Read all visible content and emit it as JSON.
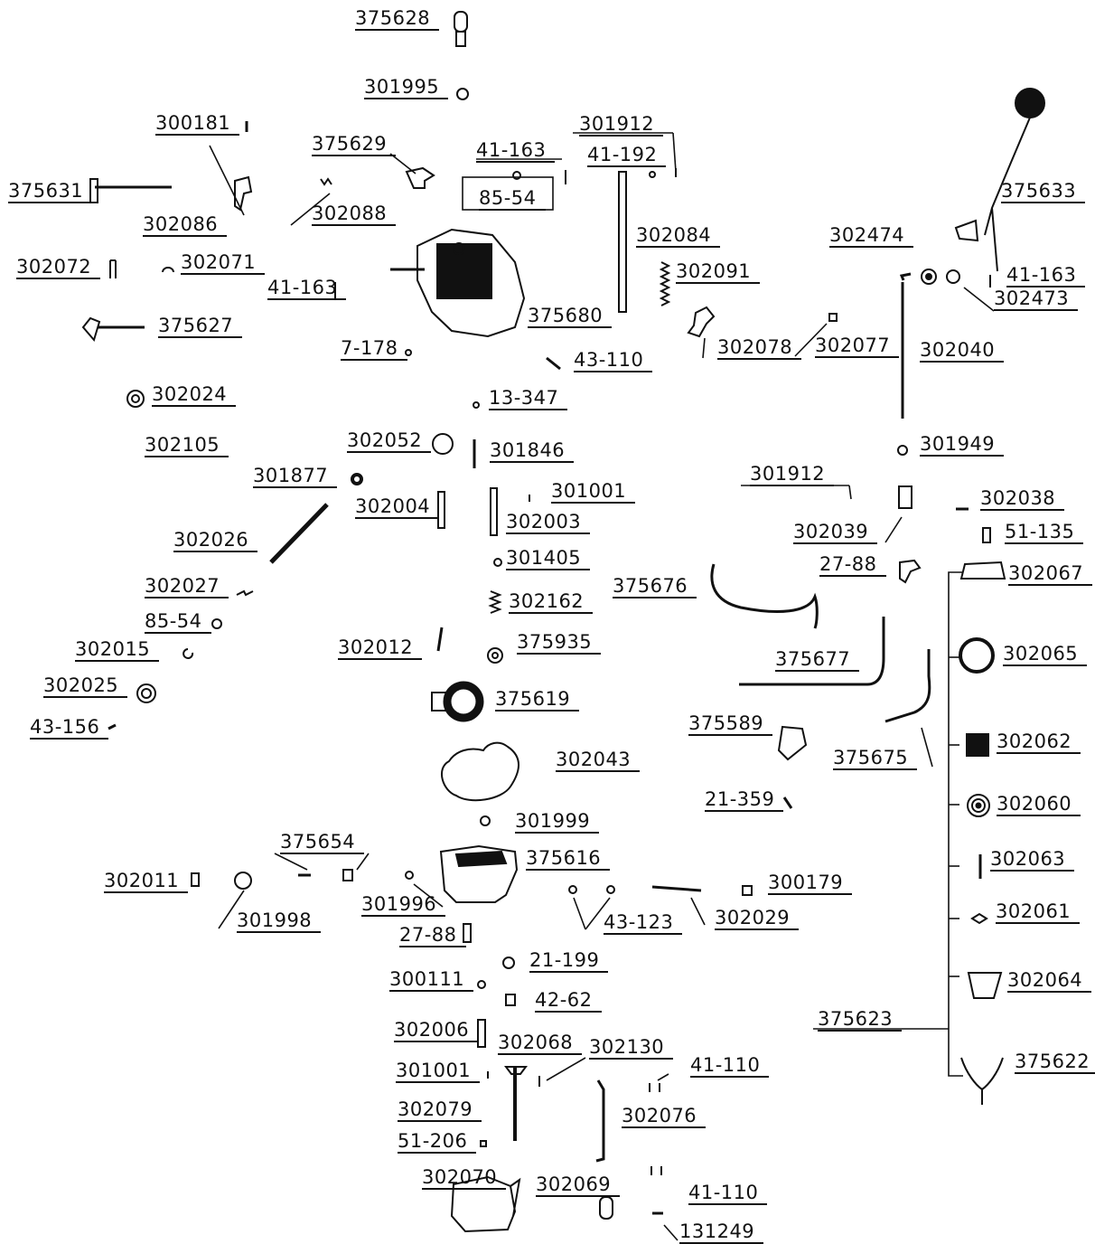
{
  "parts": [
    "375628",
    "301995",
    "300181",
    "375629",
    "41-163",
    "301912",
    "41-192",
    "375631",
    "85-54",
    "375633",
    "302086",
    "302088",
    "302084",
    "302474",
    "302072",
    "302071",
    "302091",
    "41-163",
    "302473",
    "41-163",
    "375627",
    "375680",
    "302078",
    "302077",
    "7-178",
    "302040",
    "43-110",
    "302024",
    "13-347",
    "302052",
    "302105",
    "301846",
    "301949",
    "301877",
    "301912",
    "301001",
    "302004",
    "302038",
    "302003",
    "302039",
    "51-135",
    "302026",
    "301405",
    "27-88",
    "302067",
    "375676",
    "302027",
    "302162",
    "85-54",
    "302065",
    "302015",
    "302012",
    "375935",
    "375677",
    "302025",
    "375619",
    "375589",
    "43-156",
    "302062",
    "302043",
    "375675",
    "21-359",
    "302060",
    "301999",
    "375654",
    "375616",
    "302063",
    "302011",
    "300179",
    "301996",
    "302061",
    "301998",
    "43-123",
    "302029",
    "27-88",
    "21-199",
    "302064",
    "300111",
    "42-62",
    "375623",
    "302006",
    "302068",
    "302130",
    "375622",
    "301001",
    "41-110",
    "302079",
    "302076",
    "51-206",
    "302070",
    "302069",
    "41-110",
    "131249"
  ]
}
